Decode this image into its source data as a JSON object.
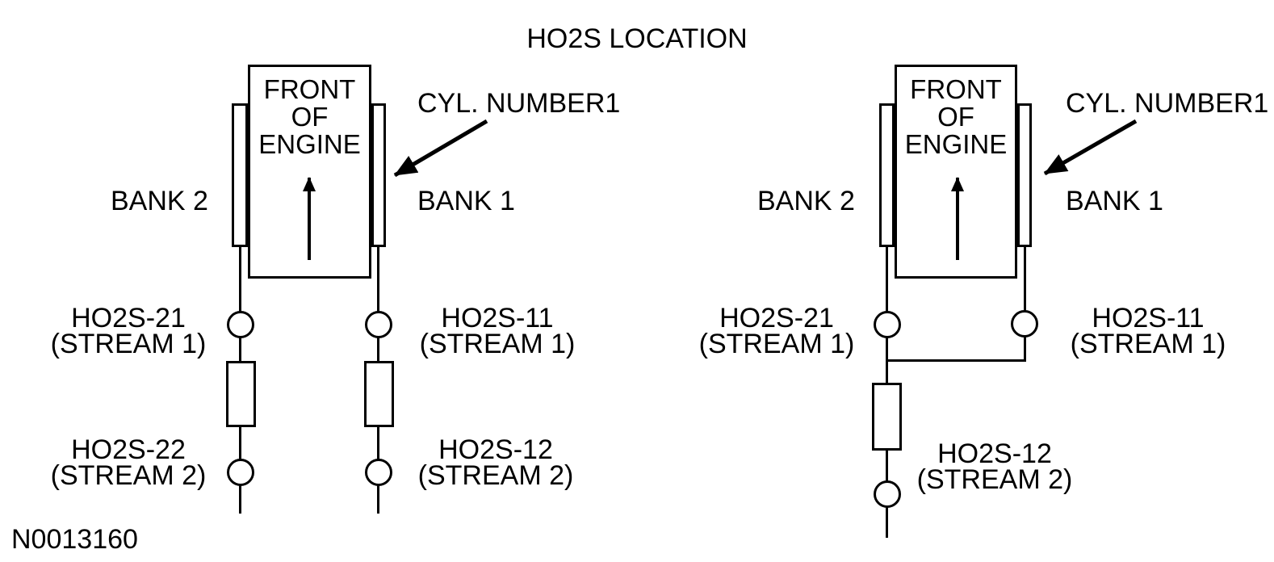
{
  "title": "HO2S LOCATION",
  "figure_number": "N0013160",
  "colors": {
    "line": "#000000",
    "background": "#ffffff"
  },
  "left_diagram": {
    "engine": {
      "line1": "FRONT",
      "line2": "OF",
      "line3": "ENGINE"
    },
    "cyl_number_label": "CYL. NUMBER1",
    "bank2_label": "BANK 2",
    "bank1_label": "BANK 1",
    "sensors": {
      "upstream_left": {
        "name": "HO2S-21",
        "stream": "(STREAM 1)"
      },
      "upstream_right": {
        "name": "HO2S-11",
        "stream": "(STREAM 1)"
      },
      "downstream_left": {
        "name": "HO2S-22",
        "stream": "(STREAM 2)"
      },
      "downstream_right": {
        "name": "HO2S-12",
        "stream": "(STREAM 2)"
      }
    }
  },
  "right_diagram": {
    "engine": {
      "line1": "FRONT",
      "line2": "OF",
      "line3": "ENGINE"
    },
    "cyl_number_label": "CYL. NUMBER1",
    "bank2_label": "BANK 2",
    "bank1_label": "BANK 1",
    "sensors": {
      "upstream_left": {
        "name": "HO2S-21",
        "stream": "(STREAM 1)"
      },
      "upstream_right": {
        "name": "HO2S-11",
        "stream": "(STREAM 1)"
      },
      "downstream": {
        "name": "HO2S-12",
        "stream": "(STREAM 2)"
      }
    }
  }
}
